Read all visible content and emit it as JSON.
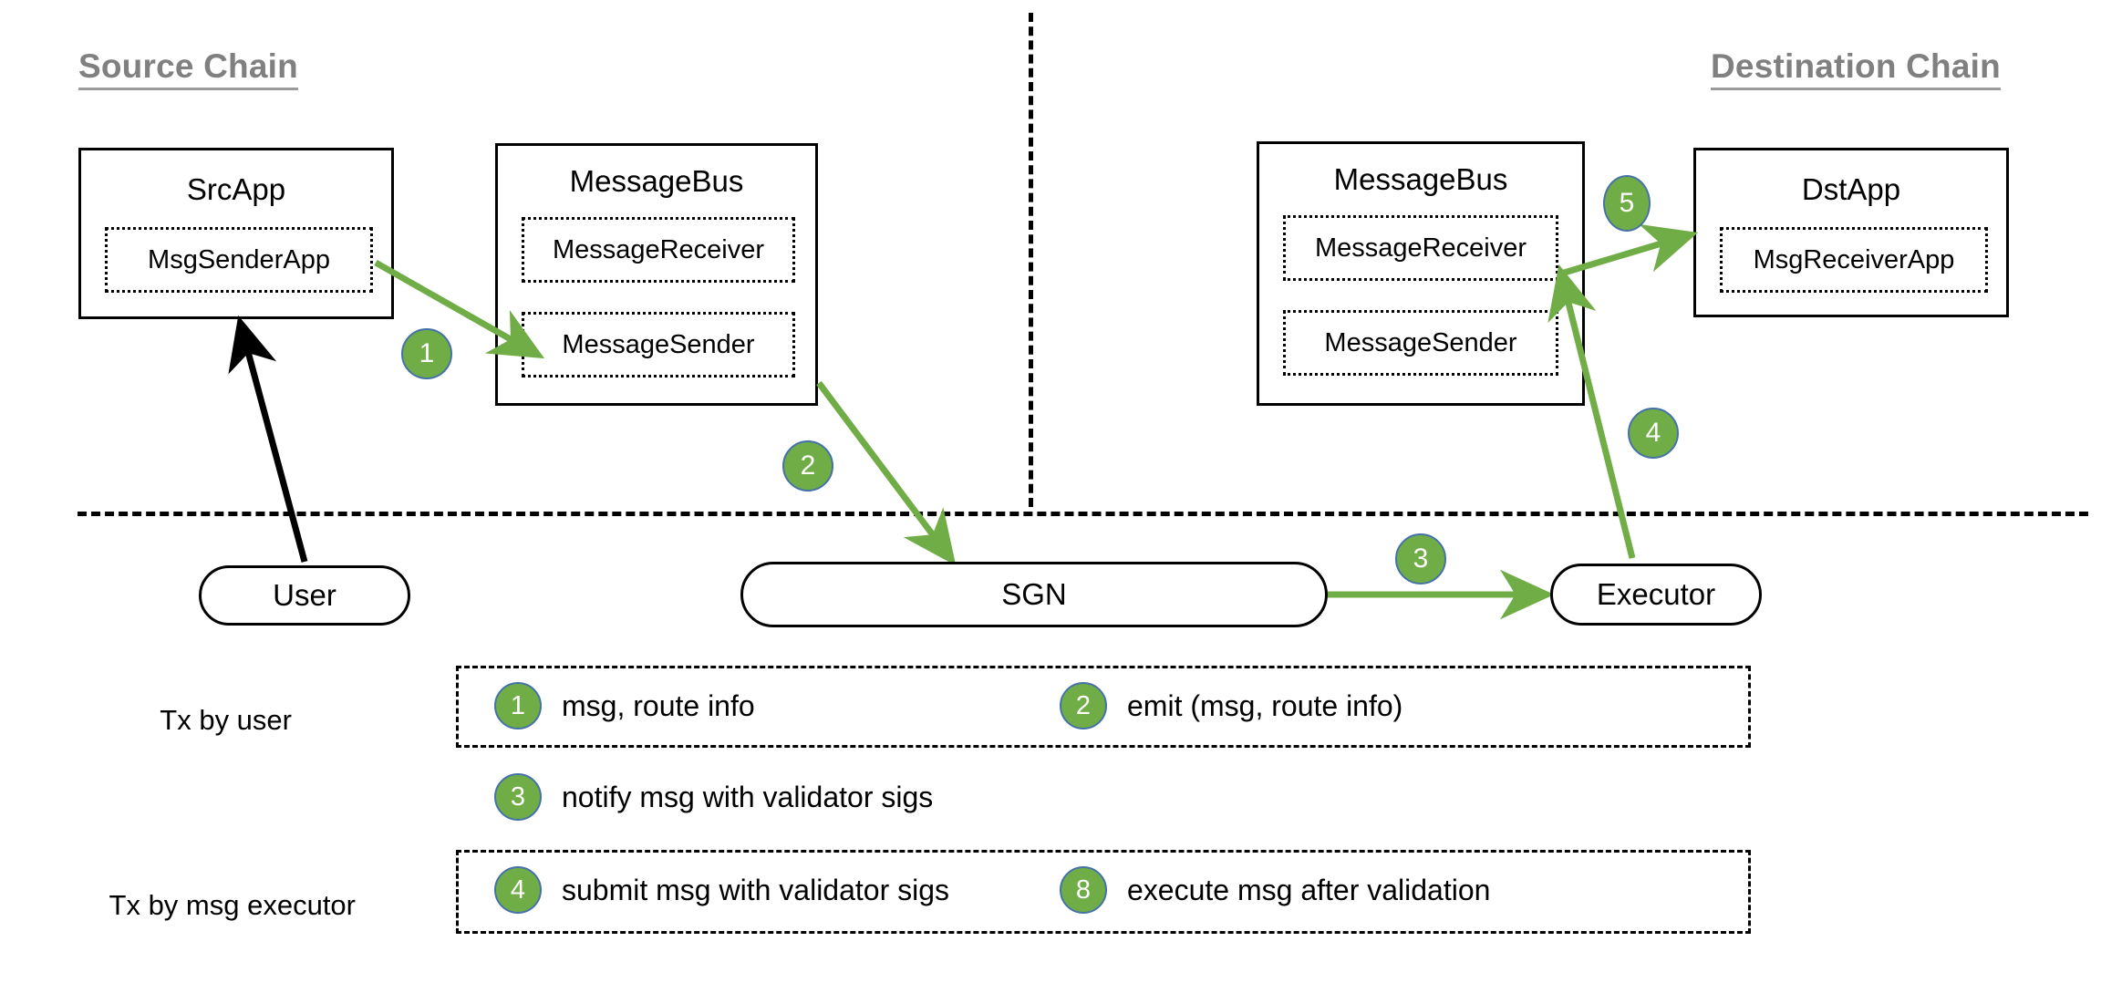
{
  "diagram": {
    "title_source_chain": "Source Chain",
    "title_destination_chain": "Destination Chain",
    "colors": {
      "badge_fill": "#70AD47",
      "badge_stroke": "#4472A8",
      "arrow_green": "#70AD47",
      "arrow_black": "#000000",
      "heading_gray": "#808080"
    }
  },
  "nodes": {
    "src_app": {
      "title": "SrcApp",
      "inner": [
        "MsgSenderApp"
      ]
    },
    "src_message_bus": {
      "title": "MessageBus",
      "inner": [
        "MessageReceiver",
        "MessageSender"
      ]
    },
    "dst_message_bus": {
      "title": "MessageBus",
      "inner": [
        "MessageReceiver",
        "MessageSender"
      ]
    },
    "dst_app": {
      "title": "DstApp",
      "inner": [
        "MsgReceiverApp"
      ]
    },
    "user": {
      "label": "User"
    },
    "sgn": {
      "label": "SGN"
    },
    "executor": {
      "label": "Executor"
    }
  },
  "step_badges": [
    {
      "id": "step-1",
      "label": "1"
    },
    {
      "id": "step-2",
      "label": "2"
    },
    {
      "id": "step-3",
      "label": "3"
    },
    {
      "id": "step-4",
      "label": "4"
    },
    {
      "id": "step-5",
      "label": "5"
    }
  ],
  "legend": {
    "row_user_label": "Tx by user",
    "row_executor_label": "Tx by msg executor",
    "entries": [
      {
        "num": "1",
        "text": "msg, route info"
      },
      {
        "num": "2",
        "text": "emit (msg, route info)"
      },
      {
        "num": "3",
        "text": "notify msg with validator sigs"
      },
      {
        "num": "4",
        "text": "submit msg with validator sigs"
      },
      {
        "num": "8",
        "text": "execute msg after validation"
      }
    ]
  }
}
